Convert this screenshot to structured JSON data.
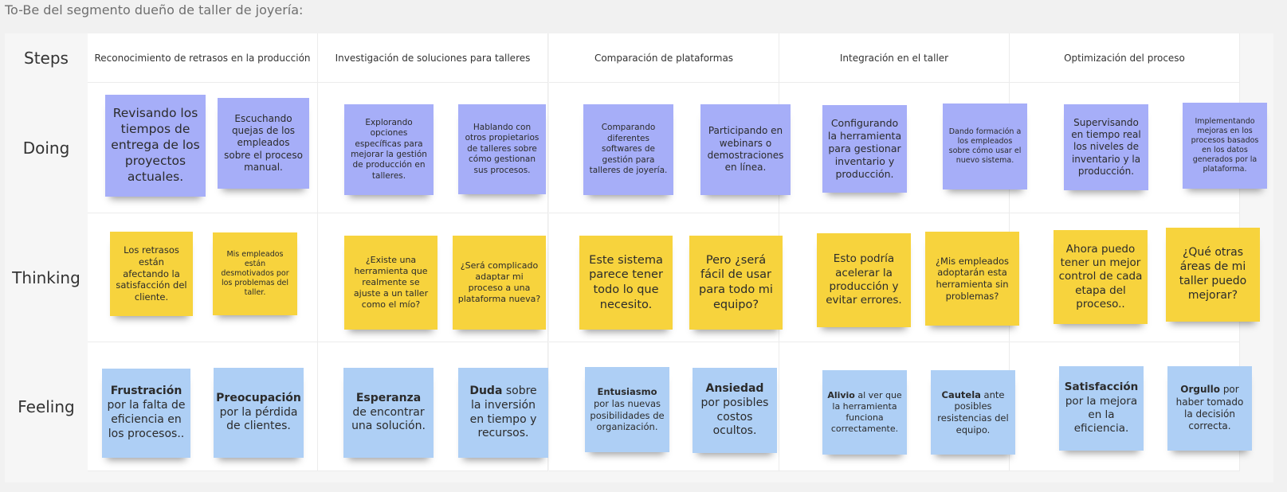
{
  "page_title": "To-Be del segmento dueño de taller de joyería:",
  "row_labels": {
    "steps": "Steps",
    "doing": "Doing",
    "thinking": "Thinking",
    "feeling": "Feeling"
  },
  "steps": [
    "Reconocimiento de retrasos en la producción",
    "Investigación de soluciones para talleres",
    "Comparación de plataformas",
    "Integración en el taller",
    "Optimización del proceso"
  ],
  "doing": [
    {
      "text": "Revisando los tiempos de entrega de los proyectos actuales."
    },
    {
      "text": "Escuchando quejas de los empleados sobre el proceso manual."
    },
    {
      "text": "Explorando opciones específicas para mejorar la gestión de producción en talleres."
    },
    {
      "text": "Hablando con otros propietarios de talleres sobre cómo gestionan sus procesos."
    },
    {
      "text": "Comparando diferentes softwares de gestión para talleres de joyería."
    },
    {
      "text": "Participando en webinars o demostraciones en línea."
    },
    {
      "text": "Configurando la herramienta para gestionar inventario y producción."
    },
    {
      "text": "Dando formación a los empleados sobre cómo usar el nuevo sistema."
    },
    {
      "text": "Supervisando en tiempo real los niveles de inventario y la producción."
    },
    {
      "text": "Implementando mejoras en los procesos basados en los datos generados por la plataforma."
    }
  ],
  "thinking": [
    {
      "text": "Los retrasos están afectando la satisfacción del cliente."
    },
    {
      "text": "Mis empleados están desmotivados por los problemas del taller."
    },
    {
      "text": "¿Existe una herramienta que realmente se ajuste a un taller como el mío?"
    },
    {
      "text": "¿Será complicado adaptar mi proceso a una plataforma nueva?"
    },
    {
      "text": "Este sistema parece tener todo lo que necesito."
    },
    {
      "text": "Pero ¿será fácil de usar para todo mi equipo?"
    },
    {
      "text": "Esto podría acelerar la producción y evitar errores."
    },
    {
      "text": "¿Mis empleados adoptarán esta herramienta sin problemas?"
    },
    {
      "text": "Ahora puedo tener un mejor control de cada etapa del proceso.."
    },
    {
      "text": "¿Qué otras áreas de mi taller puedo mejorar?"
    }
  ],
  "feeling": [
    {
      "strong": "Frustración",
      "text": " por la falta de eficiencia en los procesos.."
    },
    {
      "strong": "Preocupación",
      "text": " por la pérdida de clientes."
    },
    {
      "strong": "Esperanza",
      "text": " de encontrar una solución."
    },
    {
      "strong": "Duda",
      "text": " sobre la inversión en tiempo y recursos."
    },
    {
      "strong": "Entusiasmo",
      "text": " por las nuevas posibilidades de organización."
    },
    {
      "strong": "Ansiedad",
      "text": " por posibles costos ocultos."
    },
    {
      "strong": "Alivio",
      "text": " al ver que la herramienta funciona correctamente."
    },
    {
      "strong": "Cautela",
      "text": " ante posibles resistencias del equipo."
    },
    {
      "strong": "Satisfacción",
      "text": " por la mejora en la eficiencia."
    },
    {
      "strong": "Orgullo",
      "text": " por haber tomado la decisión correcta."
    }
  ],
  "colors": {
    "doing_note": "#a6aef8",
    "thinking_note": "#f7d33d",
    "feeling_note": "#aecff5",
    "cell_background": "#ffffff",
    "board_background": "#f6f6f6"
  }
}
